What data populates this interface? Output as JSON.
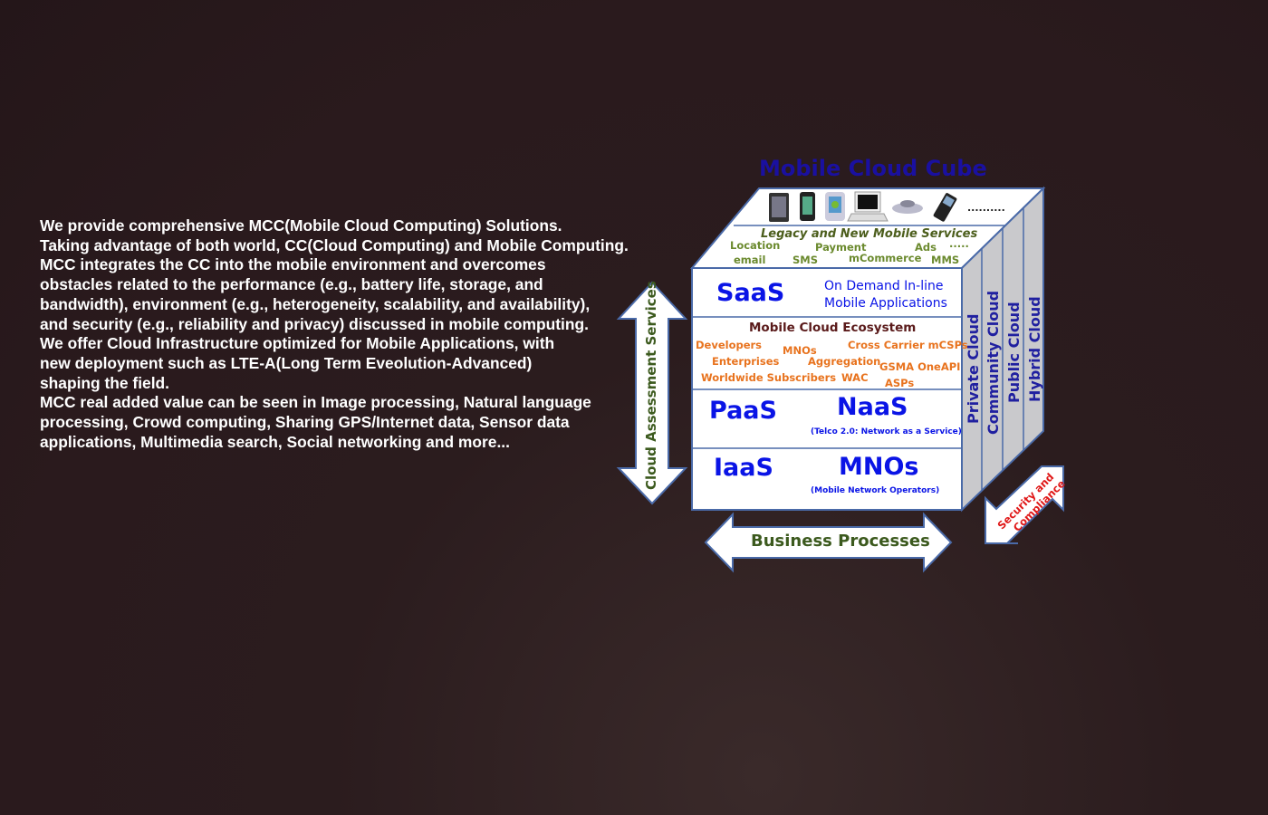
{
  "intro_lines": [
    "We provide comprehensive MCC(Mobile Cloud Computing) Solutions.",
    "Taking advantage of both world, CC(Cloud Computing) and Mobile Computing.",
    "MCC integrates the CC into the mobile environment and overcomes",
    "obstacles related to the performance (e.g., battery life, storage, and",
    "bandwidth), environment (e.g., heterogeneity, scalability, and availability),",
    "and security (e.g., reliability and privacy) discussed in mobile computing.",
    "We offer Cloud Infrastructure optimized for Mobile Applications, with",
    "new deployment such as LTE-A(Long Term Eveolution-Advanced)",
    "shaping the field.",
    "MCC real added value can be seen in Image processing, Natural language",
    "processing, Crowd computing, Sharing GPS/Internet data, Sensor data",
    "applications, Multimedia search, Social networking and more..."
  ],
  "diagram": {
    "title": "Mobile Cloud Cube",
    "devices_more": "..........",
    "services": {
      "heading": "Legacy and New Mobile Services",
      "items": [
        "Location",
        "Payment",
        "Ads",
        ".....",
        "email",
        "SMS",
        "mCommerce",
        "MMS"
      ]
    },
    "saas": {
      "label": "SaaS",
      "desc1": "On Demand In-line",
      "desc2": "Mobile Applications"
    },
    "ecosystem": {
      "heading": "Mobile Cloud Ecosystem",
      "items": [
        "Developers",
        "MNOs",
        "Cross Carrier mCSPs",
        "Enterprises",
        "Aggregation",
        "GSMA OneAPI",
        "Worldwide Subscribers",
        "WAC",
        "ASPs"
      ]
    },
    "paas": {
      "label": "PaaS",
      "naas": "NaaS",
      "naas_desc": "(Telco 2.0: Network as a Service)"
    },
    "iaas": {
      "label": "IaaS",
      "mnos": "MNOs",
      "mnos_desc": "(Mobile Network Operators)"
    },
    "clouds": [
      "Private Cloud",
      "Community Cloud",
      "Public Cloud",
      "Hybrid Cloud"
    ],
    "left_arrow": "Cloud Assessment Services",
    "bottom_arrow": "Business Processes",
    "security_arrow1": "Security and",
    "security_arrow2": "Compliance"
  }
}
